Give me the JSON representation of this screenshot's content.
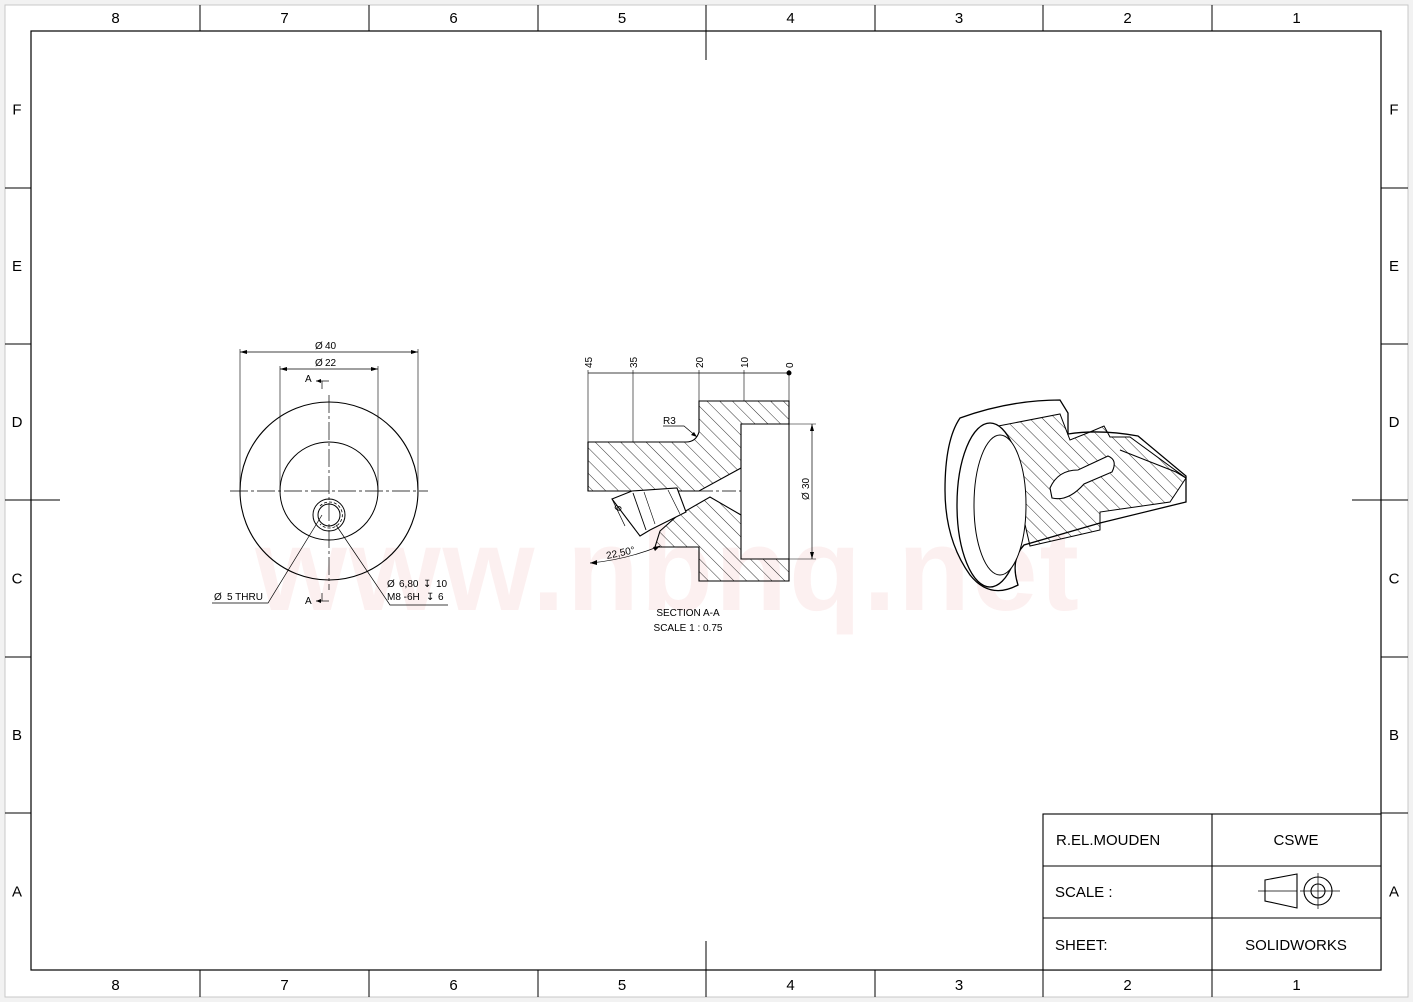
{
  "zones": {
    "columns": [
      "8",
      "7",
      "6",
      "5",
      "4",
      "3",
      "2",
      "1"
    ],
    "rows": [
      "F",
      "E",
      "D",
      "C",
      "B",
      "A"
    ]
  },
  "front_view": {
    "dim_outer": "40",
    "dim_inner": "22",
    "section_mark": "A",
    "callout_thru": "5 THRU",
    "callout_drill": "6,80",
    "callout_drill_depth": "10",
    "callout_thread": "M8 -6H",
    "callout_thread_depth": "6"
  },
  "section_view": {
    "ordinate_dims": [
      "45",
      "35",
      "20",
      "10",
      "0"
    ],
    "radius": "R3",
    "dia_bore": "30",
    "small_dim": "6",
    "angle": "22,50°",
    "caption_line1": "SECTION A-A",
    "caption_line2": "SCALE 1 : 0.75"
  },
  "title_block": {
    "author": "R.EL.MOUDEN",
    "cert": "CSWE",
    "scale_label": "SCALE :",
    "sheet_label": "SHEET:",
    "software": "SOLIDWORKS"
  },
  "symbols": {
    "diameter": "Ø",
    "depth": "↧",
    "projection": "first-angle-projection-icon"
  },
  "watermark": "www.nbnq.net",
  "colors": {
    "line": "#000000",
    "frame_bg": "#f2f2f2",
    "watermark": "#f3b0b0"
  }
}
